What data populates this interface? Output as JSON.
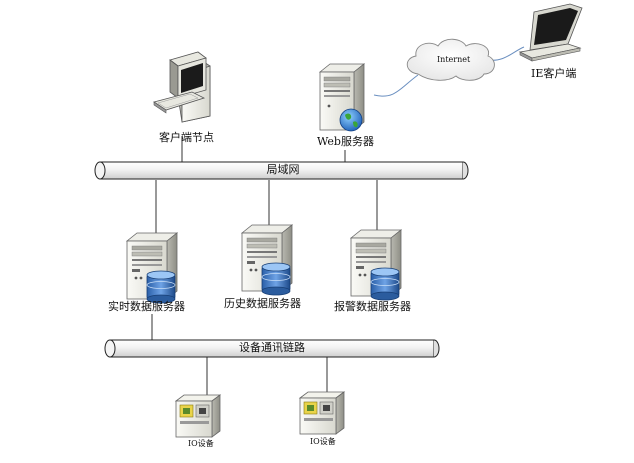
{
  "nodes": {
    "client_node": "客户端节点",
    "web_server": "Web服务器",
    "internet": "Internet",
    "ie_client": "IE客户端",
    "realtime_server": "实时数据服务器",
    "history_server": "历史数据服务器",
    "alarm_server": "报警数据服务器",
    "io_device_1": "IO设备",
    "io_device_2": "IO设备"
  },
  "buses": {
    "lan": "局域网",
    "device_link": "设备通讯链路"
  }
}
